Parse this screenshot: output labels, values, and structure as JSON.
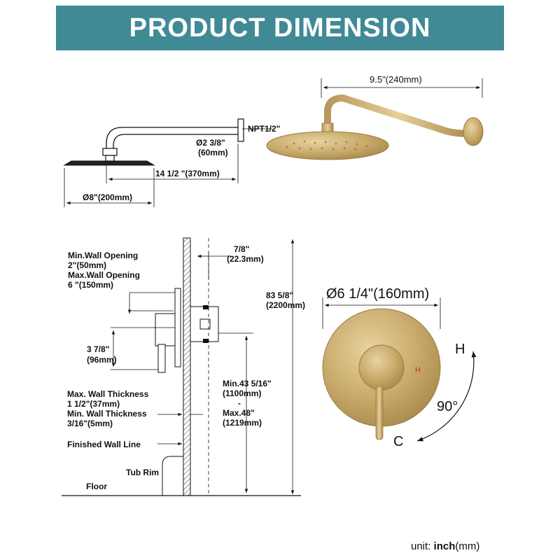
{
  "header": {
    "title": "PRODUCT DIMENSION"
  },
  "shower_head_side": {
    "thread": "NPT1/2\"",
    "flange_diameter": "Ø2 3/8\"",
    "flange_diameter_mm": "(60mm)",
    "arm_length": "14 1/2 \"(370mm)",
    "head_diameter": "Ø8\"(200mm)"
  },
  "shower_head_photo": {
    "arm_reach": "9.5\"(240mm)"
  },
  "valve_section": {
    "min_wall_opening": "Min.Wall Opening",
    "min_wall_opening_value": "2\"(50mm)",
    "max_wall_opening": "Max.Wall Opening",
    "max_wall_opening_value": "6 \"(150mm)",
    "depth": "7/8\"",
    "depth_mm": "(22.3mm)",
    "overall_height": "83 5/8\"",
    "overall_height_mm": "(2200mm)",
    "handle_offset": "3 7/8\"",
    "handle_offset_mm": "(96mm)",
    "max_wall_thickness": "Max. Wall Thickness",
    "max_wall_thickness_value": "1 1/2\"(37mm)",
    "min_wall_thickness": "Min. Wall Thickness",
    "min_wall_thickness_value": "3/16\"(5mm)",
    "valve_height_min": "Min.43 5/16\"",
    "valve_height_min_mm": "(1100mm)",
    "valve_height_dash": "-",
    "valve_height_max": "Max.48\"",
    "valve_height_max_mm": "(1219mm)",
    "finished_wall_line": "Finished Wall Line",
    "tub_rim": "Tub Rim",
    "floor": "Floor"
  },
  "trim_plate": {
    "diameter": "Ø6 1/4\"(160mm)",
    "hot_mark": "H",
    "hot_label": "H",
    "cold_label": "C",
    "rotation": "90°"
  },
  "footer": {
    "unit_label": "unit:",
    "unit_value": "inch",
    "unit_alt": "(mm)"
  },
  "colors": {
    "banner": "#3f8a94",
    "brass": "#c8a96a",
    "brass_dark": "#a88a4c"
  }
}
